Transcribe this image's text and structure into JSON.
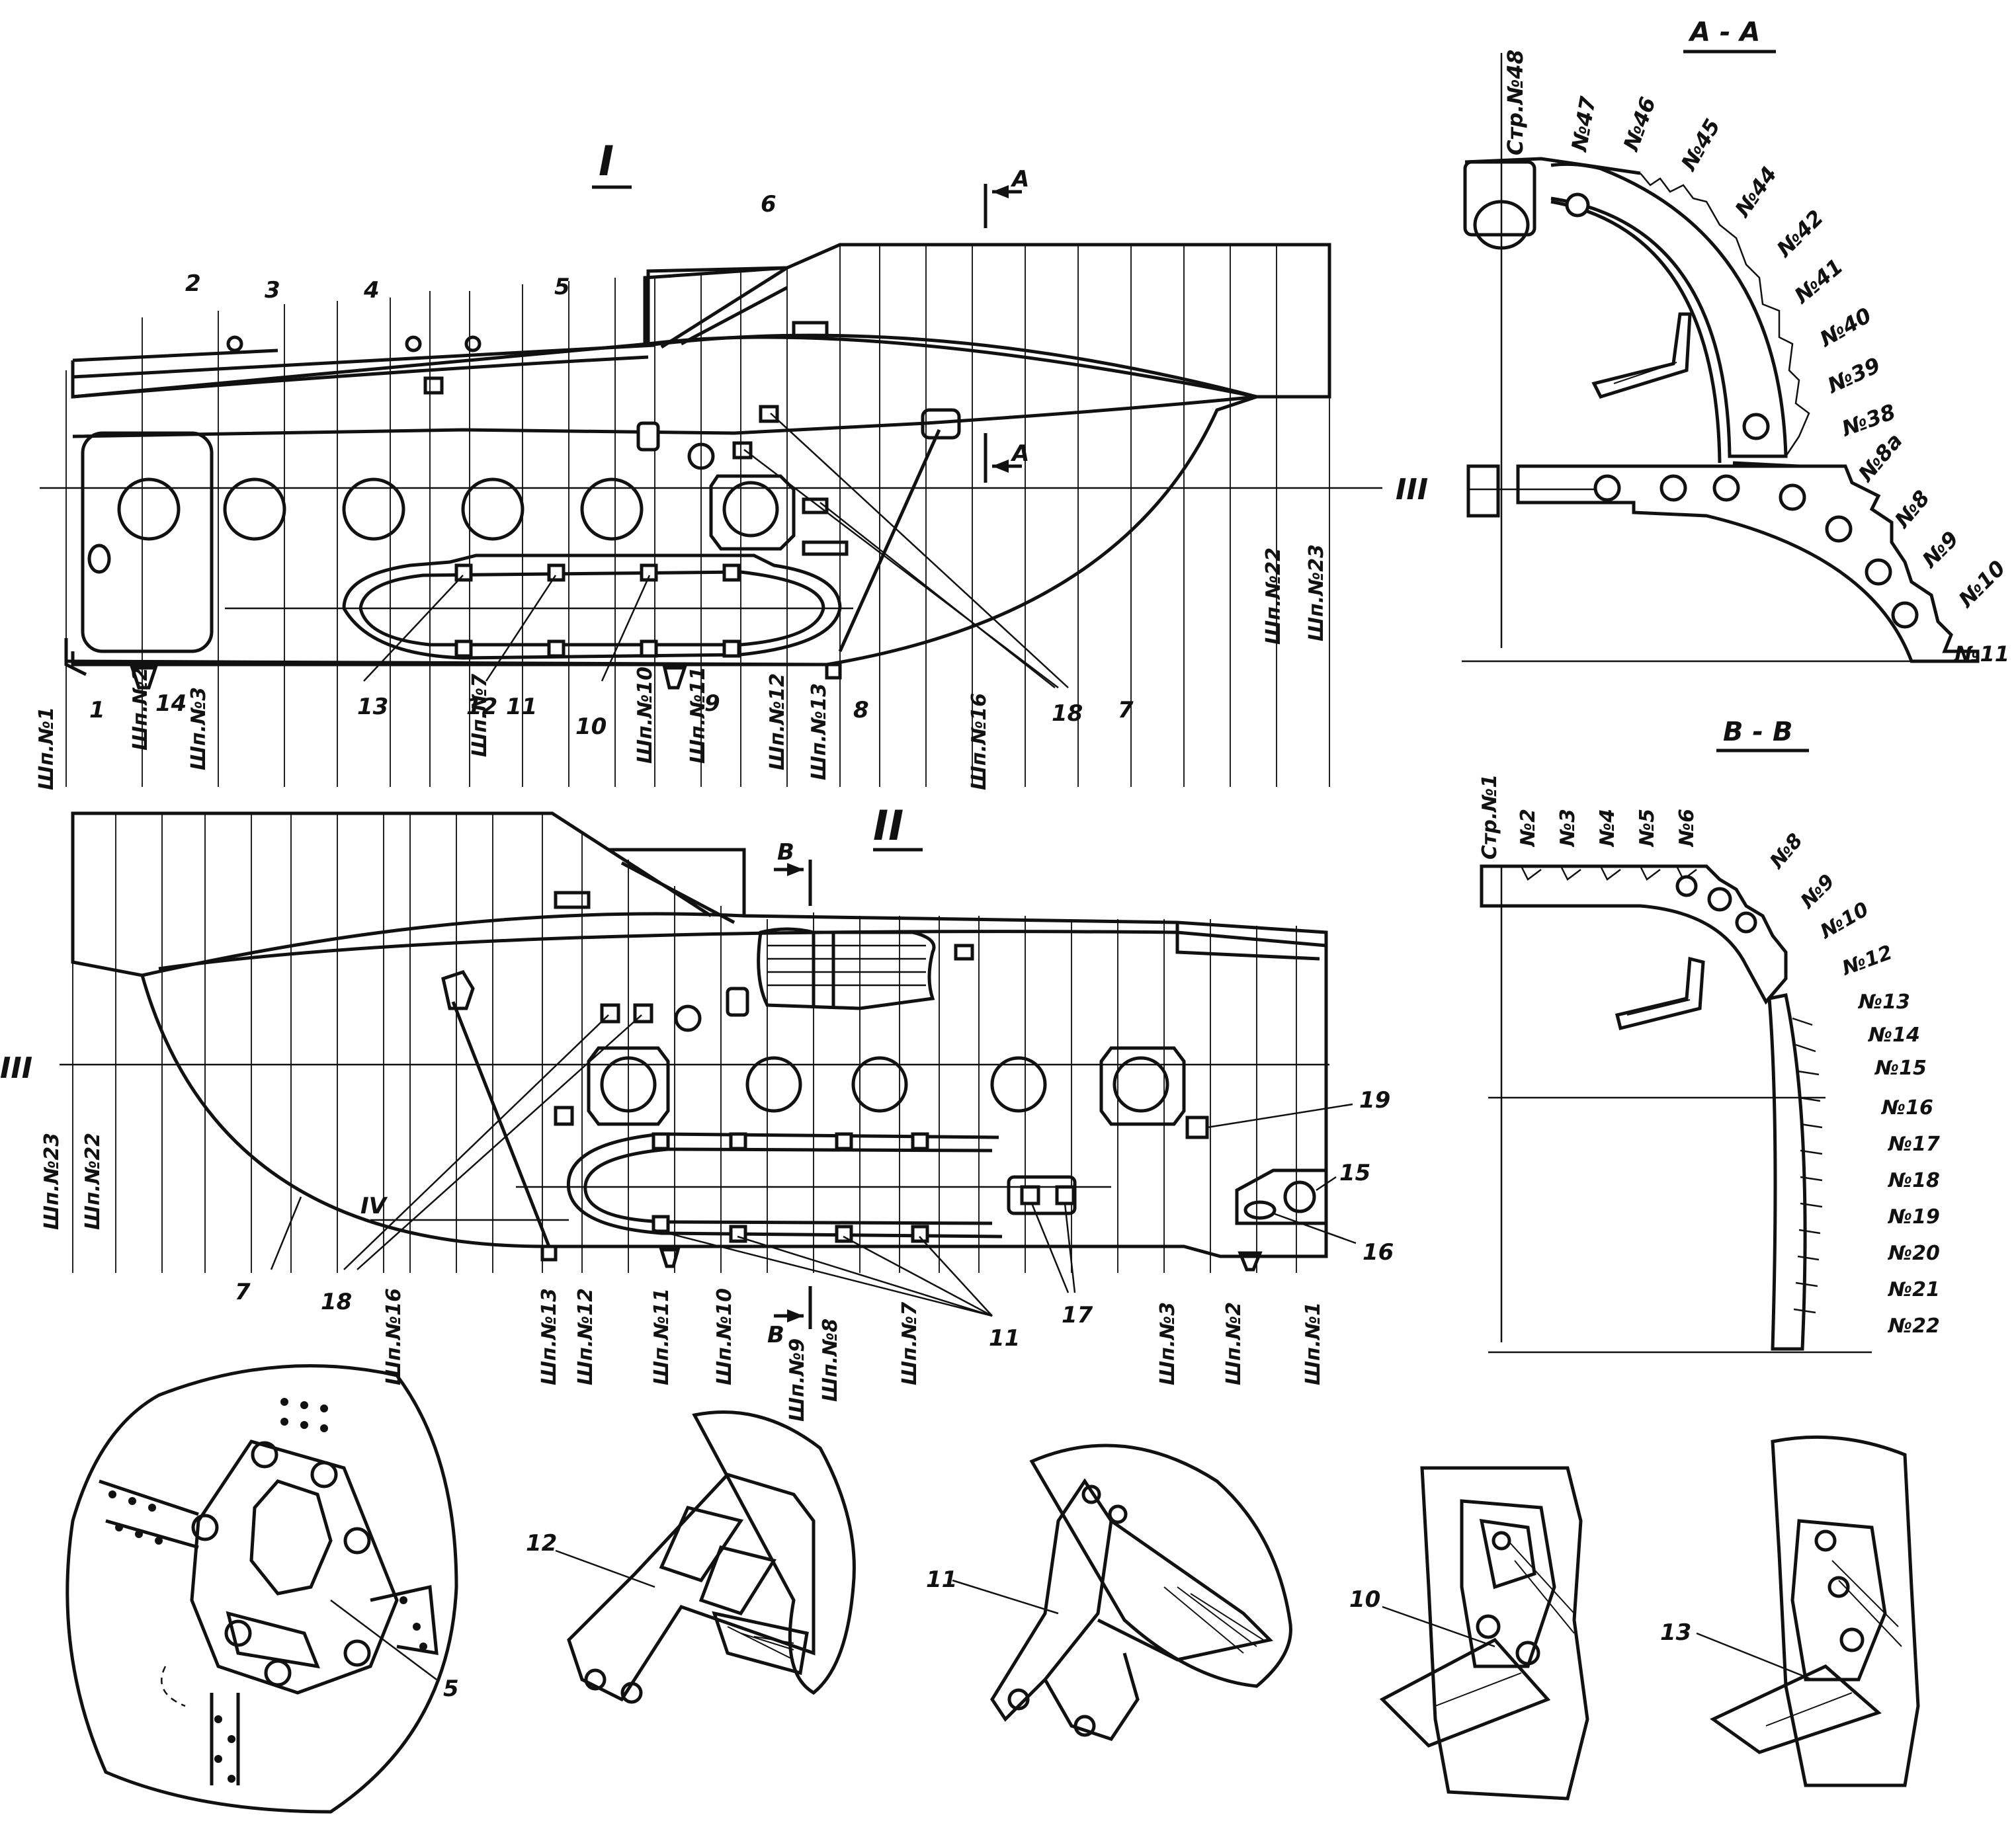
{
  "view_labels": {
    "view_1": "I",
    "view_2": "II"
  },
  "axis_labels": {
    "main_axis": "III",
    "lower_axis": "IV"
  },
  "section_marks": {
    "a": "A",
    "b": "B"
  },
  "section_titles": {
    "aa": "A - A",
    "bb": "B - B"
  },
  "part_numbers": [
    "1",
    "2",
    "3",
    "4",
    "5",
    "6",
    "7",
    "8",
    "9",
    "10",
    "11",
    "12",
    "13",
    "14",
    "15",
    "16",
    "17",
    "18",
    "19"
  ],
  "frames_view_1": [
    "Шп.№1",
    "Шп.№2",
    "Шп.№3",
    "Шп.№7",
    "Шп.№10",
    "Шп.№11",
    "Шп.№12",
    "Шп.№13",
    "Шп.№16",
    "Шп.№22",
    "Шп.№23"
  ],
  "frames_view_2": [
    "Шп.№23",
    "Шп.№22",
    "Шп.№16",
    "Шп.№13",
    "Шп.№12",
    "Шп.№11",
    "Шп.№10",
    "Шп.№9",
    "Шп.№8",
    "Шп.№7",
    "Шп.№3",
    "Шп.№2",
    "Шп.№1"
  ],
  "stringers_aa": [
    "Стр.№48",
    "№47",
    "№46",
    "№45",
    "№44",
    "№42",
    "№41",
    "№40",
    "№39",
    "№38",
    "№8а",
    "№8",
    "№9",
    "№10",
    "№11"
  ],
  "stringers_bb": [
    "Стр.№1",
    "№2",
    "№3",
    "№4",
    "№5",
    "№6",
    "№8",
    "№9",
    "№10",
    "№12",
    "№13",
    "№14",
    "№15",
    "№16",
    "№17",
    "№18",
    "№19",
    "№20",
    "№21",
    "№22"
  ]
}
